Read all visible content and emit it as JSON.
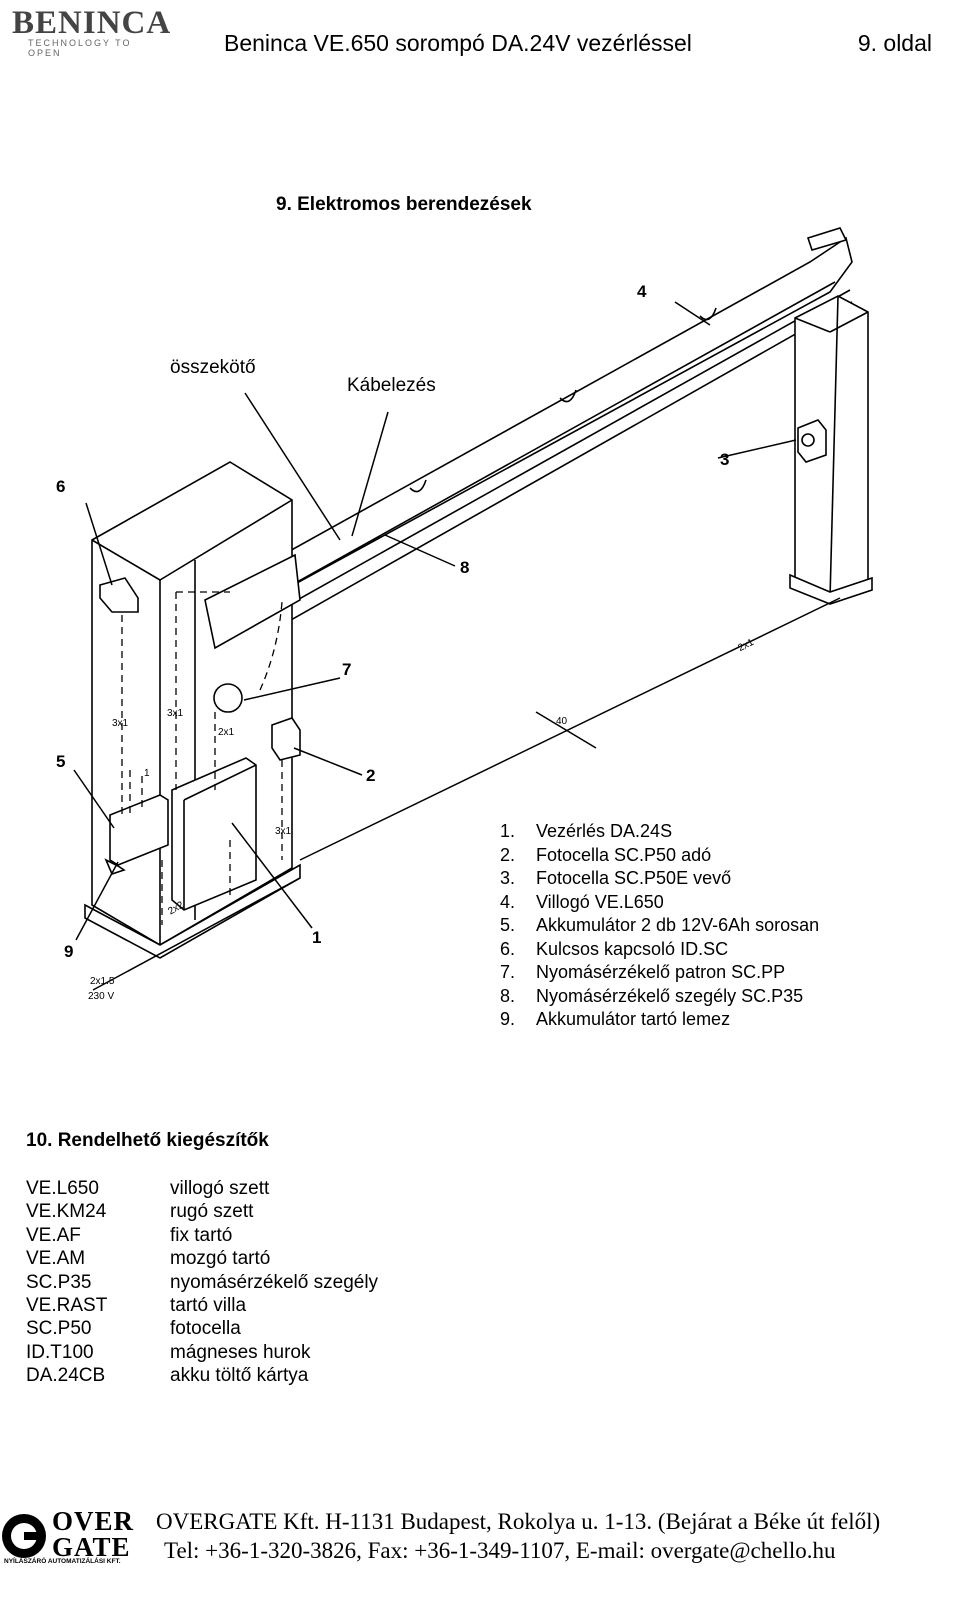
{
  "header": {
    "logo_brand": "BENINCA",
    "logo_tagline": "TECHNOLOGY TO OPEN",
    "title": "Beninca VE.650 sorompó DA.24V vezérléssel",
    "page": "9. oldal"
  },
  "section9": {
    "title": "9. Elektromos  berendezések",
    "diagram": {
      "label_connector": "összekötő",
      "label_cabling": "Kábelezés",
      "callouts": [
        "1",
        "2",
        "3",
        "4",
        "5",
        "6",
        "7",
        "8",
        "9"
      ],
      "cable_marks": [
        "3x1",
        "3x1",
        "2x1",
        "3x1",
        "2x2",
        "2x1",
        "40",
        "1"
      ],
      "mains_label_1": "2x1.5",
      "mains_label_2": "230 V"
    },
    "legend": [
      {
        "n": "1.",
        "text": "Vezérlés DA.24S"
      },
      {
        "n": "2.",
        "text": "Fotocella SC.P50 adó"
      },
      {
        "n": "3.",
        "text": "Fotocella SC.P50E vevő"
      },
      {
        "n": "4.",
        "text": "Villogó VE.L650"
      },
      {
        "n": "5.",
        "text": "Akkumulátor 2 db 12V-6Ah sorosan"
      },
      {
        "n": "6.",
        "text": "Kulcsos kapcsoló ID.SC"
      },
      {
        "n": "7.",
        "text": "Nyomásérzékelő patron SC.PP"
      },
      {
        "n": "8.",
        "text": "Nyomásérzékelő szegély SC.P35"
      },
      {
        "n": "9.",
        "text": "Akkumulátor tartó lemez"
      }
    ]
  },
  "section10": {
    "title": "10. Rendelhető kiegészítők",
    "items": [
      {
        "code": "VE.L650",
        "desc": "villogó szett"
      },
      {
        "code": "VE.KM24",
        "desc": "rugó szett"
      },
      {
        "code": "VE.AF",
        "desc": "fix tartó"
      },
      {
        "code": "VE.AM",
        "desc": "mozgó tartó"
      },
      {
        "code": "SC.P35",
        "desc": "nyomásérzékelő szegély"
      },
      {
        "code": "VE.RAST",
        "desc": "tartó villa"
      },
      {
        "code": "SC.P50",
        "desc": "fotocella"
      },
      {
        "code": "ID.T100",
        "desc": "mágneses hurok"
      },
      {
        "code": "DA.24CB",
        "desc": "akku töltő kártya"
      }
    ]
  },
  "footer": {
    "logo_word_1": "OVER",
    "logo_word_2": "GATE",
    "logo_sub": "NYÍLÁSZÁRÓ AUTOMATIZÁLÁSI KFT.",
    "line1": "OVERGATE Kft. H-1131 Budapest, Rokolya u. 1-13. (Bejárat a Béke út felől)",
    "line2": "Tel: +36-1-320-3826, Fax: +36-1-349-1107, E-mail: overgate@chello.hu"
  }
}
